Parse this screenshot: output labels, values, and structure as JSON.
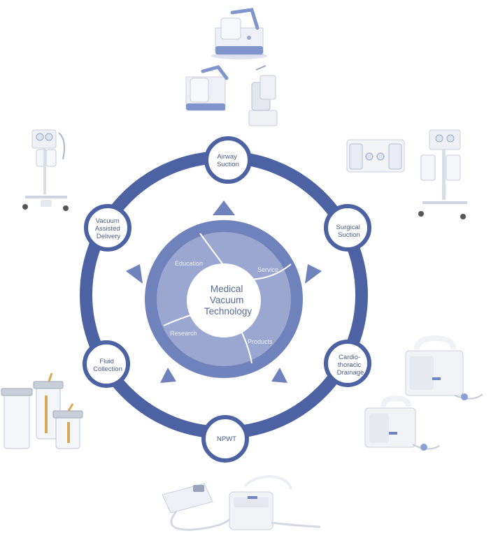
{
  "diagram": {
    "center_lines": [
      "Medical",
      "Vacuum",
      "Technology"
    ],
    "segments": {
      "education": "Education",
      "service": "Service",
      "research": "Research",
      "products": "Products"
    },
    "nodes": {
      "airway_suction": [
        "Airway",
        "Suction"
      ],
      "surgical_suction": [
        "Surgical",
        "Suction"
      ],
      "cardio_thoracic_drainage": [
        "Cardio-",
        "thoracic",
        "Drainage"
      ],
      "npwt": [
        "NPWT"
      ],
      "fluid_collection": [
        "Fluid",
        "Collection"
      ],
      "vacuum_assisted_delivery": [
        "Vacuum",
        "Assisted",
        "Delivery"
      ]
    },
    "colors": {
      "ring": "#4d62a3",
      "node_fill": "#ffffff",
      "hub_outer": "#7082bb",
      "hub_inner": "#9aa7d0",
      "center": "#ffffff",
      "product_body": "#eef0f5",
      "product_accent": "#6f86c2"
    },
    "icons": [
      "suction-unit-top-icon",
      "suction-units-pair-icon",
      "suction-cart-left-icon",
      "suction-cart-right-icon",
      "drainage-devices-icon",
      "collection-canisters-icon",
      "npwt-devices-icon"
    ]
  }
}
